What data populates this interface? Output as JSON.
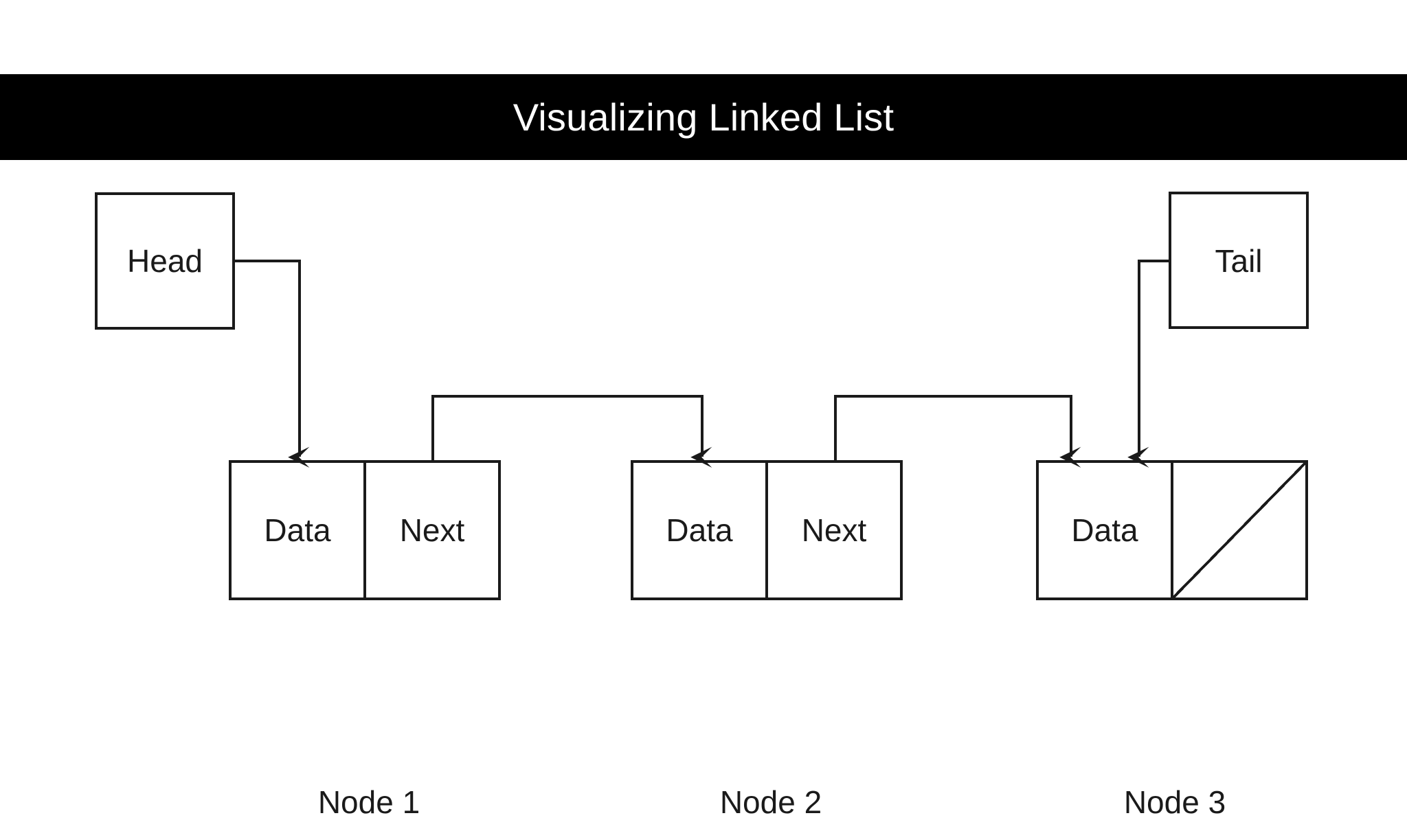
{
  "page": {
    "background_color": "#ffffff",
    "stroke_color": "#1a1a1a",
    "text_color": "#1a1a1a"
  },
  "title_bar": {
    "text": "Visualizing Linked List",
    "background_color": "#000000",
    "text_color": "#ffffff"
  },
  "diagram": {
    "type": "linked-list",
    "pointers": [
      {
        "id": "head",
        "label": "Head",
        "points_to": "node-1"
      },
      {
        "id": "tail",
        "label": "Tail",
        "points_to": "node-3"
      }
    ],
    "nodes": [
      {
        "id": "node-1",
        "caption": "Node 1",
        "data_label": "Data",
        "next_label": "Next",
        "next_is_null": false
      },
      {
        "id": "node-2",
        "caption": "Node 2",
        "data_label": "Data",
        "next_label": "Next",
        "next_is_null": false
      },
      {
        "id": "node-3",
        "caption": "Node 3",
        "data_label": "Data",
        "next_label": "",
        "next_is_null": true
      }
    ],
    "edges": [
      {
        "from": "head",
        "to": "node-1"
      },
      {
        "from": "node-1.next",
        "to": "node-2.data"
      },
      {
        "from": "node-2.next",
        "to": "node-3.data"
      },
      {
        "from": "tail",
        "to": "node-3.data"
      }
    ]
  }
}
